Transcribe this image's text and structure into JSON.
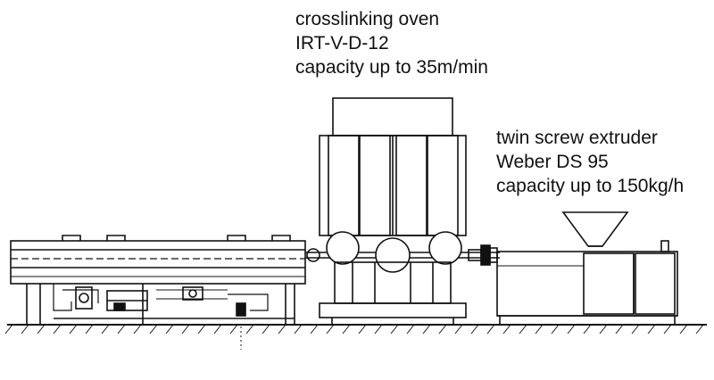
{
  "oven": {
    "line1": "crosslinking oven",
    "line2": "IRT-V-D-12",
    "line3": "capacity up to 35m/min"
  },
  "extruder": {
    "line1": "twin screw extruder",
    "line2": "Weber DS 95",
    "line3": "capacity up to 150kg/h"
  },
  "colors": {
    "ink": "#111111",
    "paper": "#ffffff"
  }
}
